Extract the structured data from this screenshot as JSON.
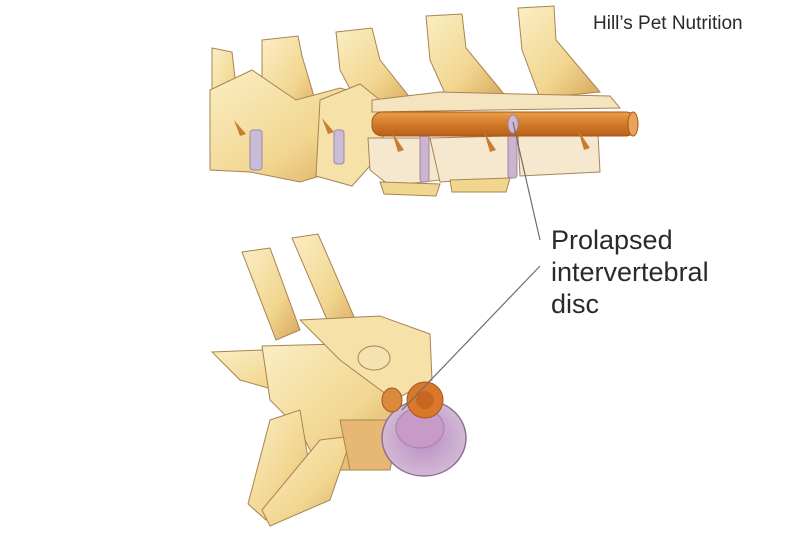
{
  "credit": "Hill’s Pet Nutrition",
  "annotation": {
    "lines": [
      "Prolapsed",
      "intervertebral",
      "disc"
    ]
  },
  "figures": {
    "top": "lateral view of spinal column with spinal cord",
    "bottom": "oblique cross-section view of vertebra with disc"
  },
  "colors": {
    "bone": "#f3dc9e",
    "bone_shadow": "#d9a55a",
    "spinal_cord": "#d9822e",
    "disc": "#c9a9c4",
    "disc_inner": "#b58bbf",
    "nucleus": "#c8651e",
    "leader_line": "#6e6e6e",
    "text": "#2a2a2a"
  }
}
